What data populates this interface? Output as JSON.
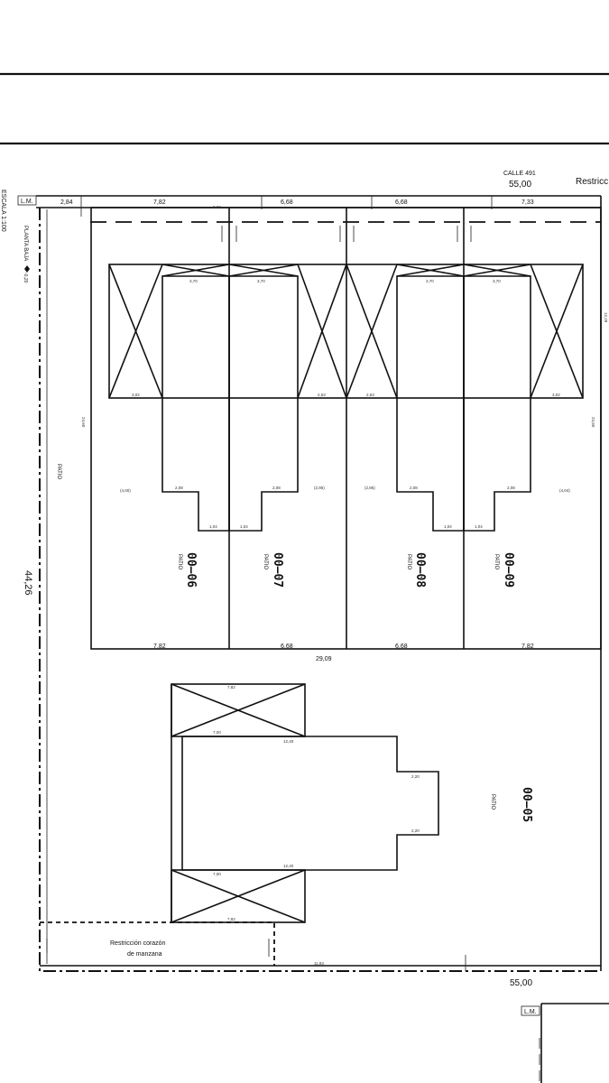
{
  "street": {
    "name": "CALLE 491",
    "width": "55,00",
    "restriction": "Restricc"
  },
  "scale_label": "ESCALA 1:100",
  "floor_label": "PLANTA BAJA",
  "level_label": "-0,20",
  "lm_top": "L.M.",
  "lm_bottom": "L.M.",
  "bottom_dimension": "55,00",
  "left_dimension": "44,26",
  "top_dims": [
    "2,84",
    "7,82",
    "6,68",
    "6,68",
    "7,33"
  ],
  "bottom_row_dims": [
    "7,82",
    "6,68",
    "29,09",
    "6,68",
    "7,82"
  ],
  "lots": [
    {
      "id": "00–06",
      "patio": "PATIO"
    },
    {
      "id": "00–07",
      "patio": "PATIO"
    },
    {
      "id": "00–08",
      "patio": "PATIO"
    },
    {
      "id": "00–09",
      "patio": "PATIO"
    }
  ],
  "left_patio": "PATIO",
  "big_lot": {
    "id": "00–05",
    "patio": "PATIO"
  },
  "big_dims": [
    "7,82",
    "7,00",
    "12,40",
    "7,00",
    "12,40",
    "7,82",
    "2,20",
    "2,20",
    "11,93"
  ],
  "heart_restriction_line1": "Restricción corazón",
  "heart_restriction_line2": "de manzana",
  "side_dims": [
    "12,28",
    "24,60",
    "24,60",
    "(4,00)",
    "(4,04)",
    "(2,95)",
    "(2,85)"
  ],
  "row_dims": [
    "3,70",
    "3,70",
    "3,70",
    "3,70",
    "2,08",
    "2,08",
    "2,08",
    "2,08",
    "1,04",
    "1,04",
    "1,04",
    "1,04",
    "2,20",
    "2,20",
    "3,02",
    "2,53",
    "2,63",
    "3,02",
    "0,02"
  ]
}
